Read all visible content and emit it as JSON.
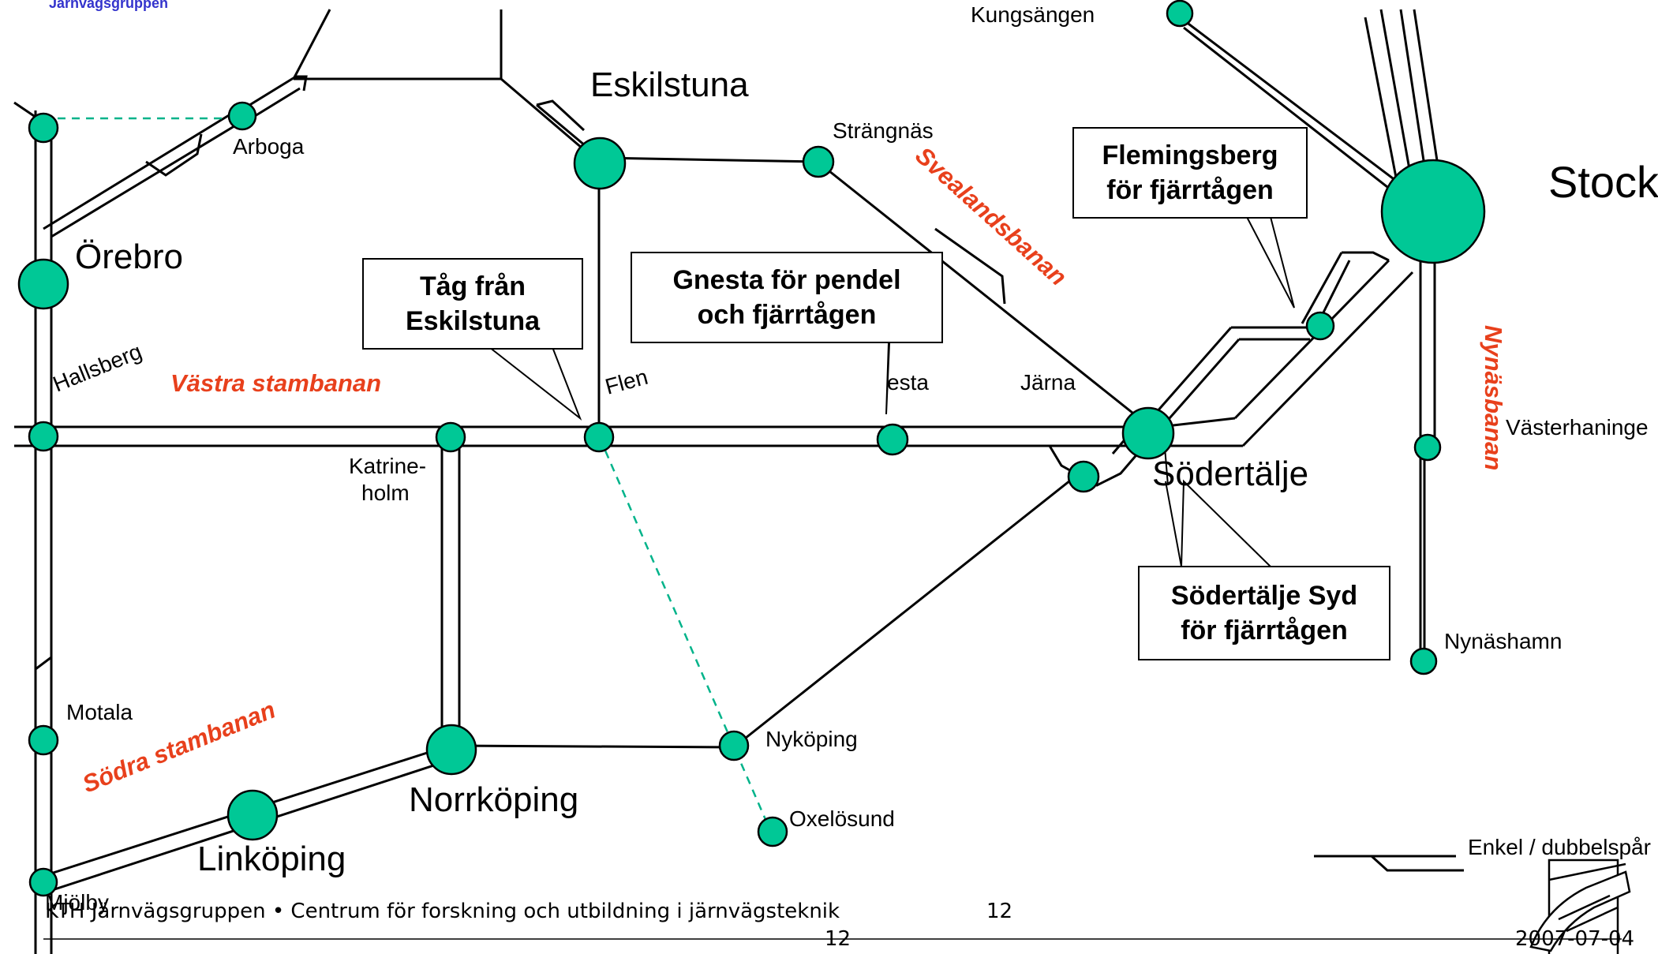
{
  "header": {
    "brand": "Järnvägsgruppen"
  },
  "stations": {
    "kungsangen": "Kungsängen",
    "eskilstuna": "Eskilstuna",
    "strangnas": "Strängnäs",
    "arboga": "Arboga",
    "orebro": "Örebro",
    "stockholm": "Stockh",
    "hallsberg": "Hallsberg",
    "flen": "Flen",
    "gnesta": "esta",
    "jarna": "Järna",
    "katrineholm_1": "Katrine-",
    "katrineholm_2": "holm",
    "sodertalje": "Södertälje",
    "vasterhaninge": "Västerhaninge",
    "nynashamn": "Nynäshamn",
    "motala": "Motala",
    "nykoping": "Nyköping",
    "oxelosund": "Oxelösund",
    "norrkoping": "Norrköping",
    "linkoping": "Linköping",
    "mjolby": "Mjölby"
  },
  "lines": {
    "svealandsbanan": "Svealandsbanan",
    "vastra_stambanan": "Västra stambanan",
    "nynasbanan": "Nynäsbanan",
    "sodra_stambanan": "Södra stambanan"
  },
  "callouts": {
    "flemingsberg": [
      "Flemingsberg",
      "för fjärrtågen"
    ],
    "tag_fran_eskilstuna": [
      "Tåg från",
      "Eskilstuna"
    ],
    "gnesta": [
      "Gnesta för pendel",
      "och fjärrtågen"
    ],
    "sodertalje_syd": [
      "Södertälje Syd",
      "för fjärrtågen"
    ]
  },
  "legend": {
    "label": "Enkel / dubbelspår"
  },
  "footer": {
    "text": "KTH Järnvägsgruppen • Centrum för forskning och utbildning i järnvägsteknik",
    "page_number": "12",
    "page_number_below": "12",
    "date": "2007-07-04"
  },
  "colors": {
    "station_fill": "#00c896",
    "line_name": "#e8401c",
    "brand": "#3333cc",
    "dashed_link": "#00b38a"
  }
}
